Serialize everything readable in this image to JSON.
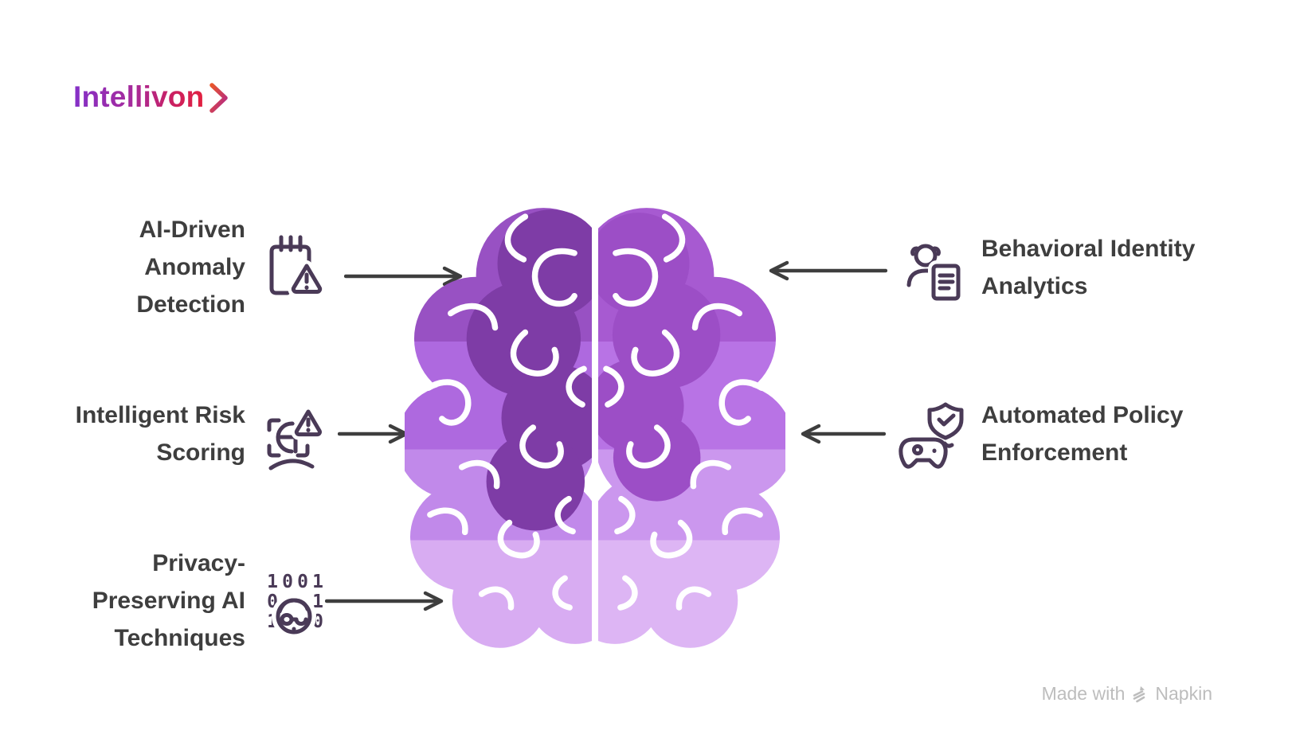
{
  "logo": {
    "name": "Intellivon"
  },
  "items": {
    "left": [
      {
        "lines": [
          "AI-Driven",
          "Anomaly",
          "Detection"
        ],
        "icon": "notepad-warning-icon"
      },
      {
        "lines": [
          "Intelligent Risk",
          "Scoring"
        ],
        "icon": "face-scan-warning-icon"
      },
      {
        "lines": [
          "Privacy-",
          "Preserving AI",
          "Techniques"
        ],
        "icon": "binary-anonymous-face-icon"
      }
    ],
    "right": [
      {
        "lines": [
          "Behavioral Identity",
          "Analytics"
        ],
        "icon": "person-document-icon"
      },
      {
        "lines": [
          "Automated Policy",
          "Enforcement"
        ],
        "icon": "controller-shield-check-icon"
      }
    ]
  },
  "footer": {
    "made_with": "Made with",
    "brand": "Napkin"
  },
  "colors": {
    "heading_text": "#3E3E3E",
    "icon_stroke": "#4A3A57",
    "arrow": "#3E3E3E",
    "logo_gradient": [
      "#8430C8",
      "#C92063",
      "#E3213F"
    ],
    "brain_left_bands": [
      "#9851C3",
      "#AE69DF",
      "#C189EA",
      "#D8ACF2"
    ],
    "brain_left_frontal": "#7E3CA6",
    "brain_right_bands": [
      "#A75AD1",
      "#B873E5",
      "#CB97EE",
      "#DDB5F4"
    ],
    "brain_right_frontal": "#9C4EC6",
    "watermark_text": "#BDBDBD"
  }
}
